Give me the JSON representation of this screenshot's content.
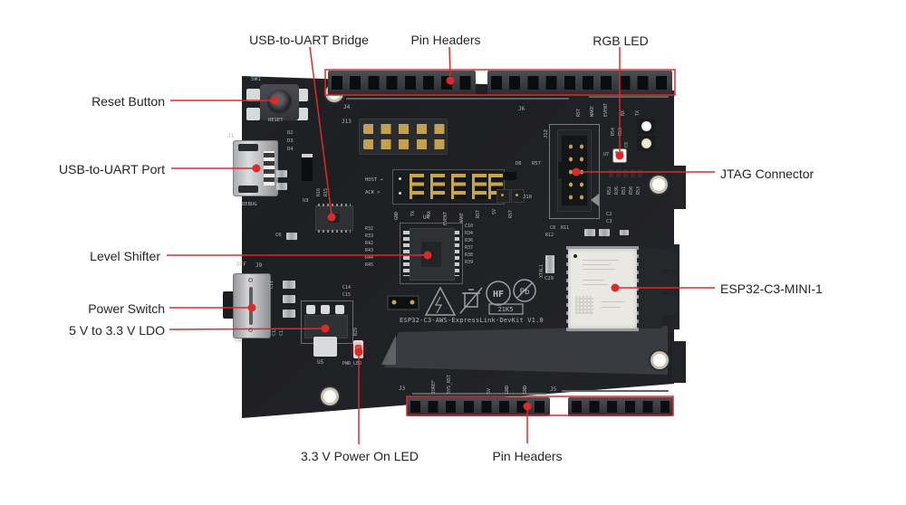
{
  "figure": {
    "subject": "ESP32-C3-AWS-ExpressLink-DevKit development board, annotated",
    "colors": {
      "annotation_red": "#d92b2b",
      "board": "#1f2024",
      "silkscreen": "#b4b8bc",
      "module": "#eae8e3",
      "gold": "#c9a44e"
    }
  },
  "callouts": {
    "usb_uart_bridge": "USB-to-UART Bridge",
    "pin_headers_top": "Pin Headers",
    "rgb_led": "RGB LED",
    "reset_button": "Reset Button",
    "usb_uart_port": "USB-to-UART Port",
    "level_shifter": "Level Shifter",
    "power_switch": "Power Switch",
    "ldo": "5 V to 3.3 V LDO",
    "jtag": "JTAG Connector",
    "esp_module": "ESP32-C3-MINI-1",
    "power_led": "3.3 V Power On LED",
    "pin_headers_bottom": "Pin Headers"
  },
  "silkscreen": {
    "sw1": "SW1",
    "reset": "RESET",
    "d2": "D2",
    "d3": "D3",
    "d4": "D4",
    "j1": "J1",
    "debug": "DEBUG",
    "j4": "J4",
    "j13": "J13",
    "j6": "J6",
    "u3": "U3",
    "r16": "R16",
    "r15": "R15",
    "c6": "C6",
    "host": "HOST →",
    "ack": "ACK >",
    "j10": "J10",
    "d6": "D6",
    "r57": "R57",
    "jumper_pins": [
      "GND",
      "TX",
      "RX",
      "EVENT",
      "WAKE",
      "RST",
      "5V",
      "RST"
    ],
    "u4": "U4",
    "u4_left": [
      "R32",
      "R33",
      "R42",
      "R43",
      "R44",
      "R45"
    ],
    "u4_right": [
      "C10",
      "R34",
      "R36",
      "R37",
      "R38",
      "R39"
    ],
    "j12": "J12",
    "jtag_resistors": [
      "R52",
      "R36",
      "R51",
      "R50",
      "R53"
    ],
    "u7": "U7",
    "r54": "R54",
    "r53": "R53",
    "c9": "C9",
    "header_pins_right": [
      "RST",
      "WAKE",
      "EVENT",
      "RX",
      "TX"
    ],
    "c2": "C2",
    "c3": "C3",
    "c8": "C8",
    "r11": "R11",
    "r12": "R12",
    "c29": "C29",
    "xtal1": "XTAL1",
    "board_name": "ESP32-C3-AWS-ExpressLink-DevKit V1.0",
    "hf": "HF",
    "pb": "Pb",
    "lot": "21K5",
    "off": "OFF",
    "on": "ON",
    "j9": "J9",
    "c11": "C11",
    "c12": "C12",
    "c13": "C13",
    "c14": "C14",
    "c15": "C15",
    "u5": "U5",
    "r29": "R29",
    "pwr_led": "PWR_LED",
    "j3": "J3",
    "j5": "J5",
    "bottom_pins": [
      "IOREF",
      "SYS_RST",
      "5V",
      "GND",
      "GND"
    ]
  }
}
